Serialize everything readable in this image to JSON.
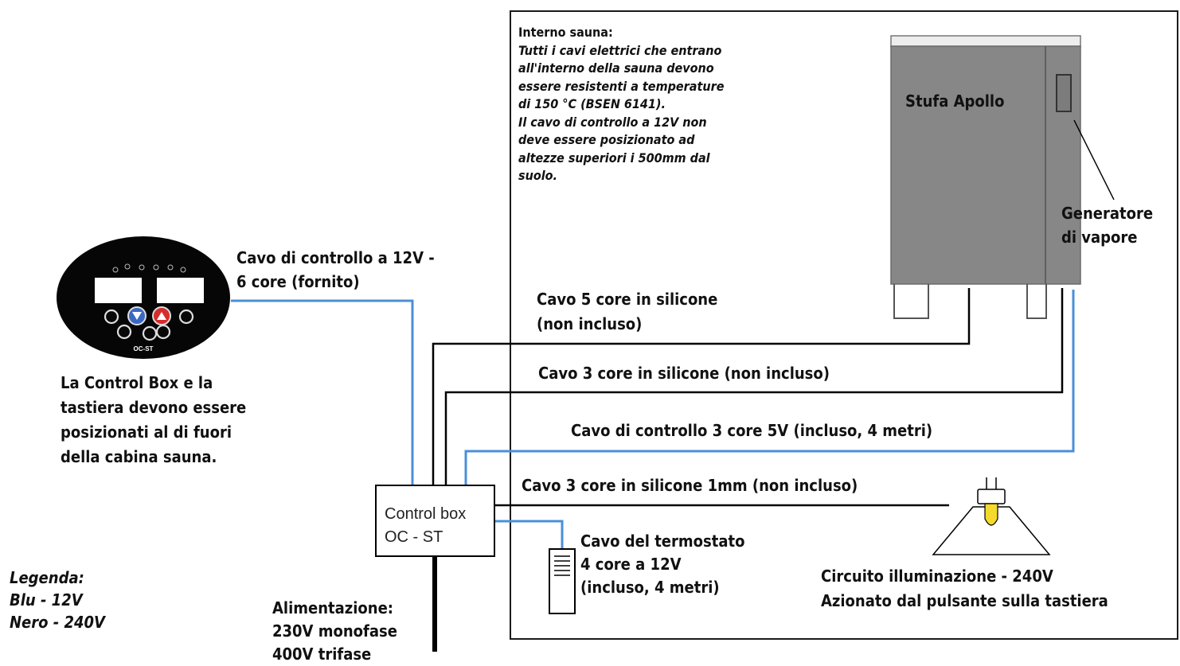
{
  "colors": {
    "low_voltage": "#4a8fd8",
    "high_voltage": "#000000",
    "heater": "#878787"
  },
  "sauna_note": {
    "heading": "Interno sauna:",
    "lines": [
      "Tutti i cavi elettrici che entrano",
      "all'interno della sauna devono",
      "essere resistenti a temperature",
      "di 150 °C (BSEN 6141).",
      "Il cavo di controllo a 12V non",
      "deve essere posizionato ad",
      "altezze superiori i 500mm dal",
      "suolo."
    ]
  },
  "heater": {
    "label": "Stufa Apollo"
  },
  "steam_generator": {
    "line1": "Generatore",
    "line2": "di vapore"
  },
  "keypad": {
    "model": "OC-ST",
    "note_lines": [
      "La Control Box e la",
      "tastiera devono essere",
      "posizionati al di fuori",
      "della cabina sauna."
    ]
  },
  "cables": {
    "control_12v": {
      "line1": "Cavo di controllo a 12V -",
      "line2": "6 core (fornito)"
    },
    "cable_5core": {
      "line1": "Cavo 5 core in silicone",
      "line2": "(non incluso)"
    },
    "cable_3core": "Cavo 3 core in silicone (non incluso)",
    "control_5v": "Cavo di controllo 3 core 5V (incluso, 4 metri)",
    "cable_3core_1mm": "Cavo 3 core in silicone 1mm (non incluso)",
    "thermostat": {
      "line1": "Cavo del termostato",
      "line2": "4 core a 12V",
      "line3": "(incluso, 4 metri)"
    }
  },
  "control_box": {
    "line1": "Control box",
    "line2": "OC - ST"
  },
  "lighting": {
    "line1": "Circuito illuminazione - 240V",
    "line2": "Azionato dal pulsante sulla tastiera"
  },
  "power": {
    "line1": "Alimentazione:",
    "line2": "230V monofase",
    "line3": "400V trifase"
  },
  "legend": {
    "title": "Legenda:",
    "blue": "Blu - 12V",
    "black": "Nero - 240V"
  }
}
